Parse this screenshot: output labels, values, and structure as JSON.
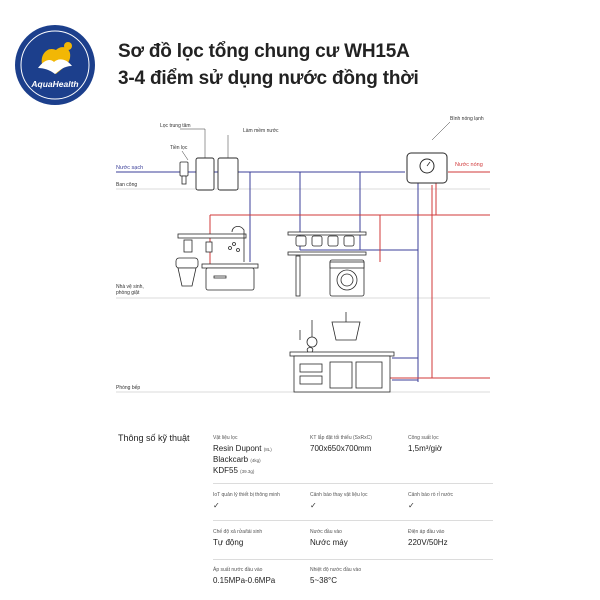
{
  "brand": {
    "name": "AquaHealth",
    "color_primary": "#1c3f8c",
    "color_accent": "#f2b705"
  },
  "title": {
    "line1": "Sơ đồ lọc tổng chung cư WH15A",
    "line2": "3-4 điểm sử dụng nước đồng thời"
  },
  "diagram": {
    "labels": {
      "loc_trung_tam": "Lọc trung tâm",
      "lam_mem_nuoc": "Làm mềm nước",
      "tien_loc": "Tiền lọc",
      "nuoc_sach": "Nước sạch",
      "ban_cong": "Ban công",
      "binh_nong_lanh": "Bình nóng lạnh",
      "nuoc_nong": "Nước nóng",
      "nha_ve_sinh_1": "Nhà vệ sinh,",
      "nha_ve_sinh_2": "phòng giặt",
      "phong_bep": "Phòng bếp"
    },
    "colors": {
      "clean": "#3b3f99",
      "hot": "#d0393a",
      "line": "#2a2a2a",
      "divider": "#cfcfcf"
    }
  },
  "specs": {
    "heading": "Thông số kỹ thuật",
    "vat_lieu": {
      "label": "Vật liệu lọc",
      "v1": "Resin Dupont",
      "v1s": "(8L)",
      "v2": "Blackcarb",
      "v2s": "(4kg)",
      "v3": "KDF55",
      "v3s": "(39.3g)"
    },
    "kich_thuoc": {
      "label": "KT lắp đặt tối thiểu (SxRxC)",
      "value": "700x650x700mm"
    },
    "cong_suat": {
      "label": "Công suất lọc",
      "value": "1,5m³/giờ"
    },
    "iot": {
      "label": "IoT quản lý thiết bị thông minh",
      "value": "✓"
    },
    "canh_bao_thay": {
      "label": "Cảnh báo thay vật liệu lọc",
      "value": "✓"
    },
    "canh_bao_ro": {
      "label": "Cảnh báo rò rỉ nước",
      "value": "✓"
    },
    "che_do": {
      "label": "Chế độ xả rửa/tái sinh",
      "value": "Tự động"
    },
    "nuoc_dau_vao": {
      "label": "Nước đầu vào",
      "value": "Nước máy"
    },
    "dien_ap": {
      "label": "Điện áp đầu vào",
      "value": "220V/50Hz"
    },
    "ap_suat": {
      "label": "Áp suất nước đầu vào",
      "value": "0.15MPa-0.6MPa"
    },
    "nhiet_do": {
      "label": "Nhiệt độ nước đầu vào",
      "value": "5~38°C"
    }
  }
}
